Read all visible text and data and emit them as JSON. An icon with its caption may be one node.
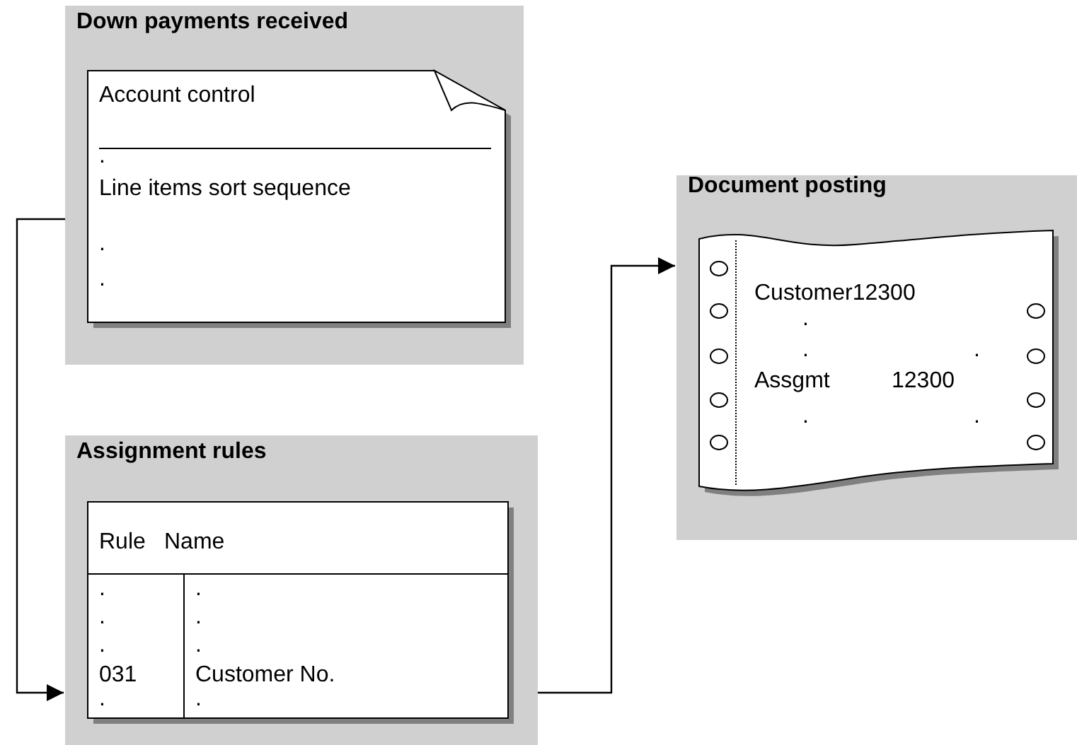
{
  "diagram": {
    "nodes": [
      {
        "text": [
          "Down payments received"
        ]
      },
      {
        "text": [
          "Account control",
          ".",
          "Line items sort sequence",
          ".",
          "."
        ],
        "in": 0
      },
      {
        "text": [
          "Assignment rules"
        ]
      },
      {
        "text": [
          "Rule",
          "Name",
          ".",
          ".",
          ".",
          ".",
          ".",
          ".",
          "031",
          "Customer No.",
          ".",
          "."
        ],
        "in": 2
      },
      {
        "text": [
          "Document posting"
        ]
      },
      {
        "text": [
          "Customer12300",
          ".",
          ".",
          ".",
          "Assgmt",
          "12300",
          ".",
          "."
        ],
        "in": 4
      }
    ],
    "edges": [
      {
        "from": 0,
        "to": 2,
        "arrow": "to"
      },
      {
        "from": 2,
        "to": 4,
        "arrow": "to"
      }
    ]
  }
}
